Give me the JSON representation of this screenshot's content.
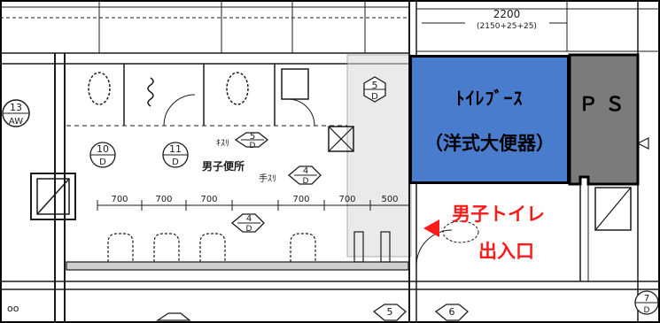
{
  "colors": {
    "booth_fill": "#4a7ccd",
    "ps_fill": "#7b7b7b",
    "entrance_red": "#ff1a1a",
    "line": "#1b1b1b"
  },
  "plan_text": {
    "top_dim": "2200",
    "top_dim_detail": "(2150+25+25)",
    "aw_num": "13",
    "aw_text": "AW",
    "hex_5": "5",
    "hex_5_sub": "D",
    "hex_10": "10",
    "hex_10_sub": "D",
    "hex_11": "11",
    "hex_11_sub": "D",
    "handrail_1": "ｷｽﾘ",
    "hex_5b": "5",
    "hex_5b_sub": "D",
    "room_name": "男子便所",
    "handrail_2": "手ｽﾘ",
    "hex_4": "4",
    "hex_4_sub": "D",
    "dims": [
      "700",
      "700",
      "700",
      "700",
      "700",
      "500"
    ],
    "hex_4b": "4",
    "hex_4b_sub": "D",
    "hex_5c": "5",
    "hex_6": "6",
    "hex_7": "7",
    "hex_7_sub": "D",
    "left_bottom": "oo"
  },
  "labels": {
    "booth_line1": "ﾄｲﾚﾌﾞｰｽ",
    "booth_line2": "（洋式大便器）",
    "ps": "ＰＳ",
    "entrance_line1": "男子トイレ",
    "entrance_line2": "出入口"
  }
}
